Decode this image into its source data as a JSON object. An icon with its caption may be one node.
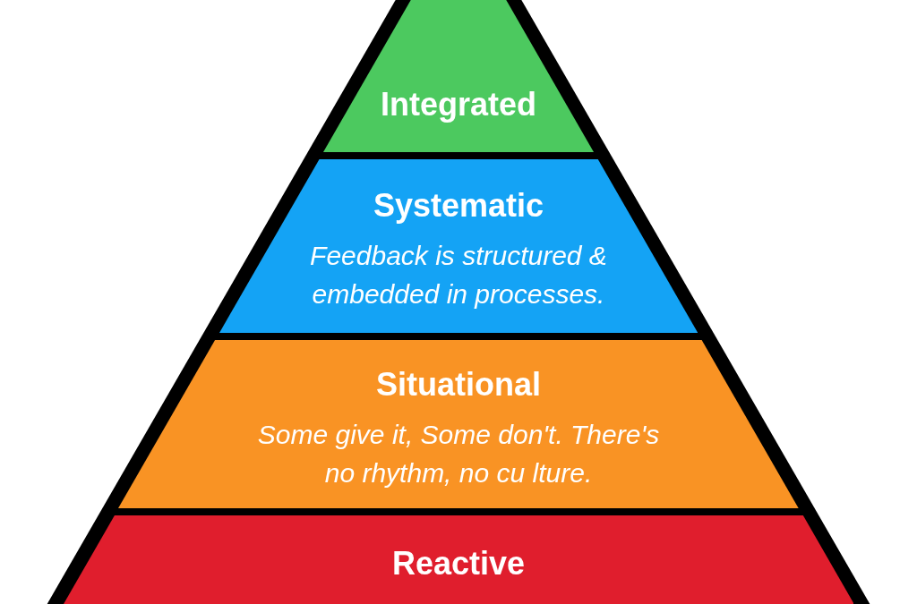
{
  "diagram": {
    "nodes": [
      {
        "text": [
          "Integrated"
        ]
      },
      {
        "text": [
          "Systematic",
          "Feedback is structured & embedded in processes."
        ]
      },
      {
        "text": [
          "Situational",
          "Some give it, Some don't. There's no rhythm, no cu lture."
        ]
      },
      {
        "text": [
          "Reactive"
        ]
      }
    ]
  }
}
